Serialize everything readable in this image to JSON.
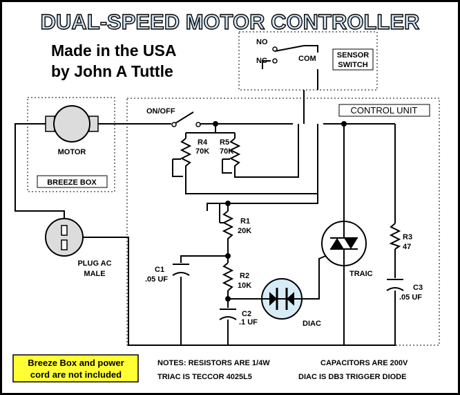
{
  "title": "DUAL-SPEED MOTOR CONTROLLER",
  "subtitle_line1": "Made in the USA",
  "subtitle_line2": "by John A Tuttle",
  "sensor_switch": {
    "label_line1": "SENSOR",
    "label_line2": "SWITCH",
    "no": "NO",
    "nc": "NC",
    "com": "COM"
  },
  "control_unit_label": "CONTROL UNIT",
  "breeze_box_label": "BREEZE BOX",
  "motor_label": "MOTOR",
  "on_off_label": "ON/OFF",
  "plug": {
    "line1": "PLUG AC",
    "line2": "MALE"
  },
  "components": {
    "r4": {
      "name": "R4",
      "value": "70K"
    },
    "r5": {
      "name": "R5",
      "value": "70K"
    },
    "r1": {
      "name": "R1",
      "value": "20K"
    },
    "r2": {
      "name": "R2",
      "value": "10K"
    },
    "r3": {
      "name": "R3",
      "value": "47"
    },
    "c1": {
      "name": "C1",
      "value": ".05 UF"
    },
    "c2": {
      "name": "C2",
      "value": ".1 UF"
    },
    "c3": {
      "name": "C3",
      "value": ".05 UF"
    },
    "traic": {
      "name": "TRAIC"
    },
    "diac": {
      "name": "DIAC"
    }
  },
  "note_box": {
    "line1": "Breeze Box and power",
    "line2": "cord are not included",
    "bg_color": "#ffff33"
  },
  "notes": {
    "line1a": "NOTES: RESISTORS ARE 1/4W",
    "line1b": "CAPACITORS ARE 200V",
    "line2a": "TRIAC IS TECCOR 4025L5",
    "line2b": "DIAC IS DB3 TRIGGER DIODE"
  },
  "colors": {
    "title_fill": "#cfe3f6",
    "motor_fill": "#dcdcdc",
    "plug_fill": "#dcdcdc",
    "diac_fill": "#d8ecf8",
    "traic_fill": "#ffffff"
  }
}
